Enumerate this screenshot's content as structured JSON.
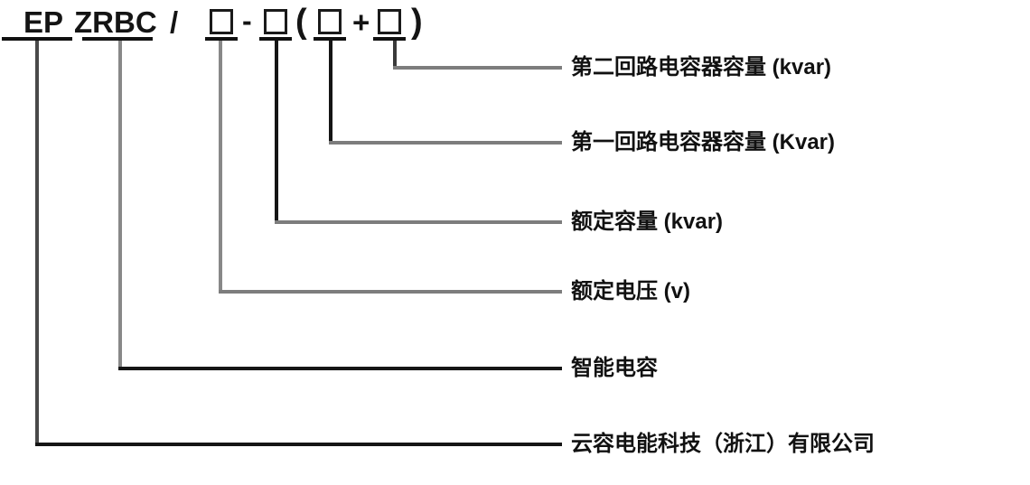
{
  "model_code": {
    "prefix": "EP",
    "series": "ZRBC",
    "slash": "/",
    "dash": "-",
    "open_paren": "(",
    "plus": "+",
    "close_paren": ")"
  },
  "legend_labels": [
    "第二回路电容器容量 (kvar)",
    "第一回路电容器容量 (Kvar)",
    "额定容量 (kvar)",
    "额定电压 (v)",
    "智能电容",
    "云容电能科技（浙江）有限公司"
  ],
  "colors": {
    "background": "#ffffff",
    "text": "#111111",
    "gray_line": "#7d7d7d",
    "black_line": "#151515"
  }
}
